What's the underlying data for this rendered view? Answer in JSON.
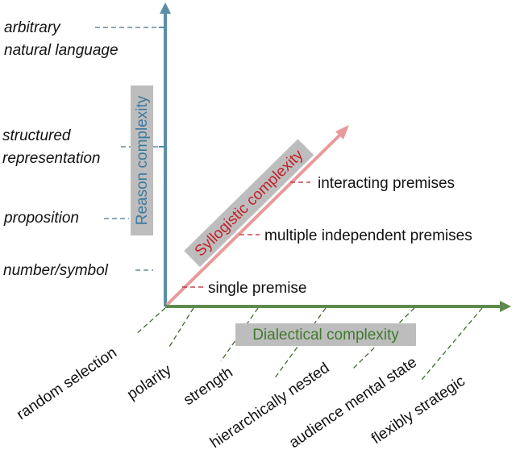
{
  "reason_axis": {
    "title": "Reason complexity",
    "color": "#5b8fa8",
    "levels": [
      "number/symbol",
      "proposition",
      "structured representation",
      "arbitrary natural language"
    ]
  },
  "syllogistic_axis": {
    "title": "Syllogistic complexity",
    "color": "#e89a9a",
    "title_color": "#c0202a",
    "levels": [
      "single premise",
      "multiple independent premises",
      "interacting premises"
    ]
  },
  "dialectical_axis": {
    "title": "Dialectical complexity",
    "color": "#5e8a4e",
    "title_color": "#3f7a2d",
    "levels": [
      "random selection",
      "polarity",
      "strength",
      "hierarchically nested",
      "audience mental state",
      "flexibly strategic"
    ]
  },
  "label_box_color": "#bdbdbd"
}
